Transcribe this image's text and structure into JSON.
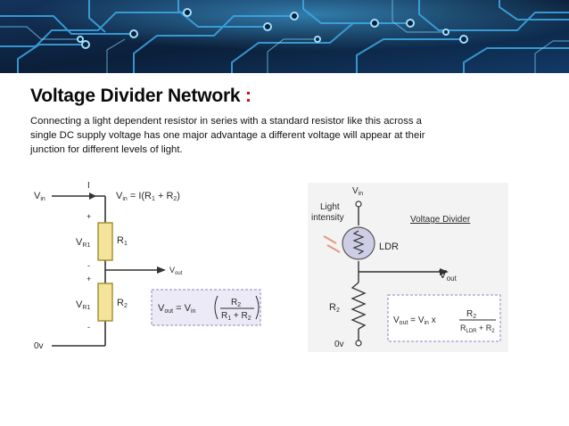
{
  "slide": {
    "title": "Voltage Divider Network",
    "title_suffix": " :",
    "body": "Connecting a light dependent resistor in series with a standard resistor like this across a single DC supply voltage has one major advantage a different voltage will appear at their junction for different levels of light."
  },
  "left_diagram": {
    "vin_label": "V",
    "vin_sub": "in",
    "current_label": "I",
    "eq_top_v": "V",
    "eq_top_sub": "in",
    "eq_top_rest": " = I(R",
    "eq_top_sub1": "1",
    "eq_top_mid": " + R",
    "eq_top_sub2": "2",
    "eq_top_end": ")",
    "plus_1": "+",
    "minus_1": "-",
    "plus_2": "+",
    "minus_2": "-",
    "vr1_v": "V",
    "vr1_sub": "R1",
    "r1_v": "R",
    "r1_sub": "1",
    "vout_v": "V",
    "vout_sub": "out",
    "vr2_v": "V",
    "vr2_sub": "R1",
    "r2_v": "R",
    "r2_sub": "2",
    "ground": "0v",
    "formula": {
      "lhs_v": "V",
      "lhs_sub": "out",
      "equals": " = ",
      "vin_v": "V",
      "vin_sub": "in",
      "num_v": "R",
      "num_sub": "2",
      "den_a": "R",
      "den_a_sub": "1",
      "den_plus": " + R",
      "den_b_sub": "2"
    }
  },
  "right_diagram": {
    "vin_v": "V",
    "vin_sub": "in",
    "light_line1": "Light",
    "light_line2": "intensity",
    "box_title": "Voltage Divider",
    "ldr": "LDR",
    "vout_v": "V",
    "vout_sub": "out",
    "r2_v": "R",
    "r2_sub": "2",
    "ground": "0v",
    "formula": {
      "lhs_v": "V",
      "lhs_sub": "out",
      "equals": " = ",
      "vin_v": "V",
      "vin_sub": "in",
      "times": " x ",
      "num_v": "R",
      "num_sub": "2",
      "den_a": "R",
      "den_a_sub": "LDR",
      "den_plus": " + R",
      "den_b_sub": "2"
    }
  },
  "colors": {
    "banner_bg": "#0b1f3a",
    "banner_trace": "#3fa9e6",
    "resistor_fill": "#f4e39a",
    "resistor_stroke": "#a08b2a",
    "formula_box_bg": "#eceaf6",
    "formula_box_border": "#8c86c0",
    "title_accent": "#e00000"
  }
}
